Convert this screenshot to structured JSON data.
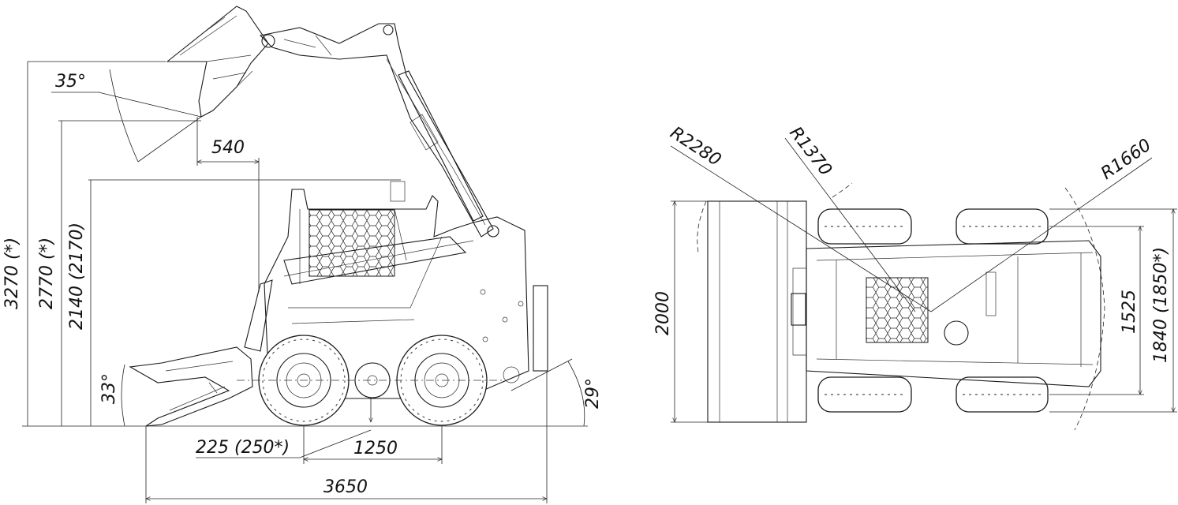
{
  "side_view": {
    "height_max": "3270 (*)",
    "height_pin": "2770 (*)",
    "height_cab": "2140 (2170)",
    "reach": "540",
    "dump_angle": "35°",
    "rollback_angle": "33°",
    "departure_angle": "29°",
    "clearance": "225 (250*)",
    "wheelbase": "1250",
    "overall_length": "3650"
  },
  "top_view": {
    "radius_outer": "R2280",
    "radius_inner": "R1370",
    "radius_rear": "R1660",
    "bucket_width": "2000",
    "track_width": "1525",
    "overall_width": "1840 (1850*)"
  }
}
